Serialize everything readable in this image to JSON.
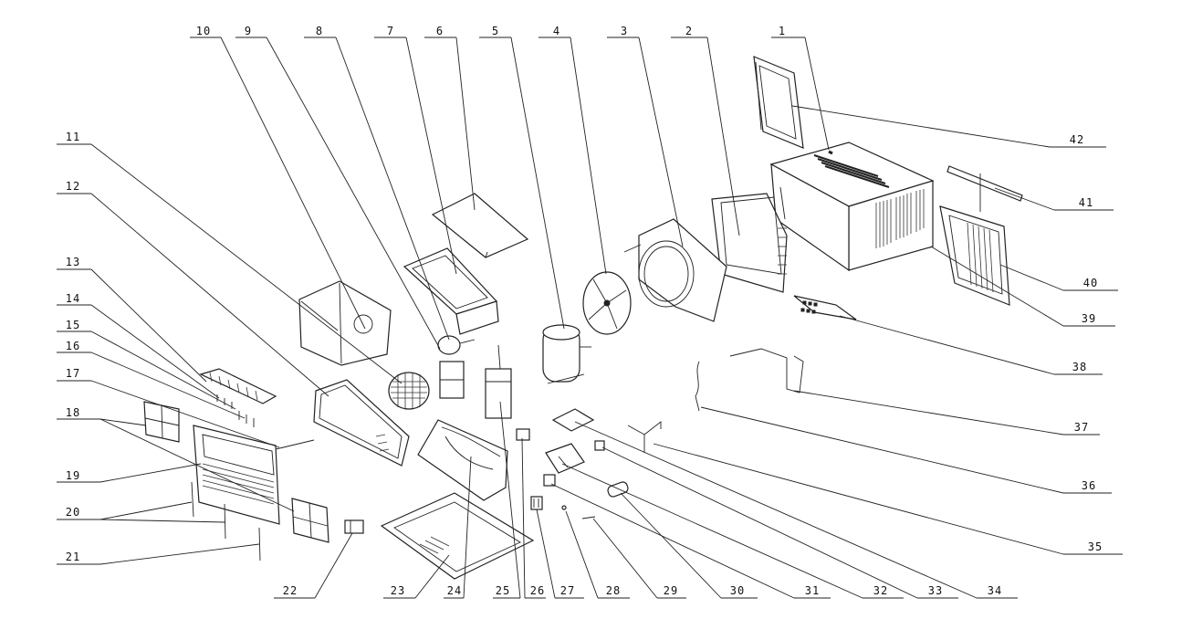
{
  "diagram": {
    "labels": [
      "1",
      "2",
      "3",
      "4",
      "5",
      "6",
      "7",
      "8",
      "9",
      "10",
      "11",
      "12",
      "13",
      "14",
      "15",
      "16",
      "17",
      "18",
      "19",
      "20",
      "21",
      "22",
      "23",
      "24",
      "25",
      "26",
      "27",
      "28",
      "29",
      "30",
      "31",
      "32",
      "33",
      "34",
      "35",
      "36",
      "37",
      "38",
      "39",
      "40",
      "41",
      "42"
    ]
  }
}
